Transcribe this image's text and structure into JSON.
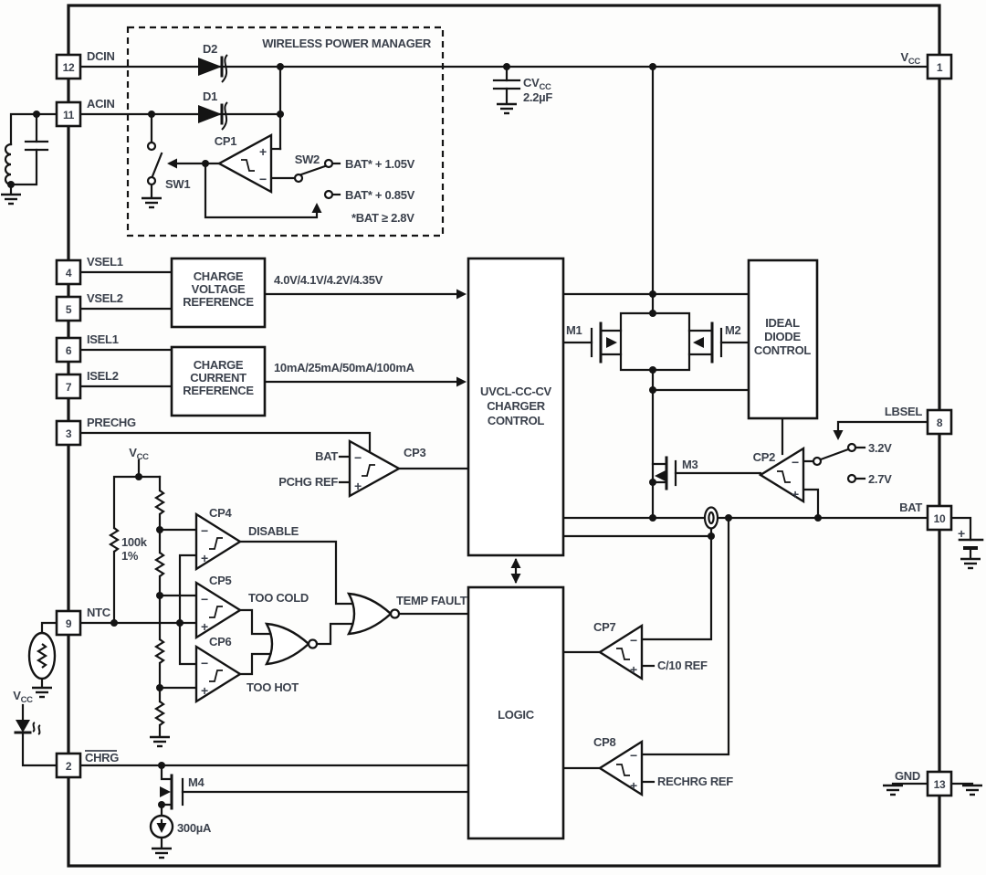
{
  "glyphs": {
    "plus": "+",
    "minus": "−"
  },
  "pins": {
    "p12": {
      "num": "12",
      "label": "DCIN"
    },
    "p11": {
      "num": "11",
      "label": "ACIN"
    },
    "p4": {
      "num": "4",
      "label": "VSEL1"
    },
    "p5": {
      "num": "5",
      "label": "VSEL2"
    },
    "p6": {
      "num": "6",
      "label": "ISEL1"
    },
    "p7": {
      "num": "7",
      "label": "ISEL2"
    },
    "p3": {
      "num": "3",
      "label": "PRECHG"
    },
    "p9": {
      "num": "9",
      "label": "NTC"
    },
    "p2": {
      "num": "2",
      "label": "CHRG"
    },
    "p1": {
      "num": "1",
      "label_main": "V",
      "label_sub": "CC"
    },
    "p8": {
      "num": "8",
      "label": "LBSEL"
    },
    "p10": {
      "num": "10",
      "label": "BAT"
    },
    "p13": {
      "num": "13",
      "label": "GND"
    }
  },
  "wpm": {
    "title": "WIRELESS POWER MANAGER",
    "d2": "D2",
    "d1": "D1",
    "cp1": "CP1",
    "sw1": "SW1",
    "sw2": "SW2",
    "thresh_high": "BAT* + 1.05V",
    "thresh_low": "BAT* + 0.85V",
    "note": "*BAT ≥ 2.8V"
  },
  "supply": {
    "cvcc_main": "CV",
    "cvcc_sub": "CC",
    "cvcc_value": "2.2µF",
    "vcc_main": "V",
    "vcc_sub": "CC"
  },
  "blocks": {
    "voltage_ref": {
      "l1": "CHARGE",
      "l2": "VOLTAGE",
      "l3": "REFERENCE",
      "output": "4.0V/4.1V/4.2V/4.35V"
    },
    "current_ref": {
      "l1": "CHARGE",
      "l2": "CURRENT",
      "l3": "REFERENCE",
      "output": "10mA/25mA/50mA/100mA"
    },
    "charger": {
      "l1": "UVCL-CC-CV",
      "l2": "CHARGER",
      "l3": "CONTROL"
    },
    "ideal_diode": {
      "l1": "IDEAL",
      "l2": "DIODE",
      "l3": "CONTROL"
    },
    "logic": {
      "l1": "LOGIC"
    }
  },
  "mosfets": {
    "m1": "M1",
    "m2": "M2",
    "m3": "M3",
    "m4": "M4"
  },
  "comparators": {
    "cp2": {
      "label": "CP2",
      "opt_high": "3.2V",
      "opt_low": "2.7V"
    },
    "cp3": {
      "label": "CP3",
      "in_minus": "BAT",
      "in_plus": "PCHG REF"
    },
    "cp4": {
      "label": "CP4",
      "out": "DISABLE"
    },
    "cp5": {
      "label": "CP5",
      "out": "TOO COLD"
    },
    "cp6": {
      "label": "CP6",
      "out": "TOO HOT"
    },
    "cp7": {
      "label": "CP7",
      "ref": "C/10 REF"
    },
    "cp8": {
      "label": "CP8",
      "ref": "RECHRG REF"
    }
  },
  "signals": {
    "temp_fault": "TEMP FAULT"
  },
  "components": {
    "r_divider": "100k",
    "r_divider_tol": "1%",
    "current_source": "300µA",
    "battery_plus": "+"
  }
}
